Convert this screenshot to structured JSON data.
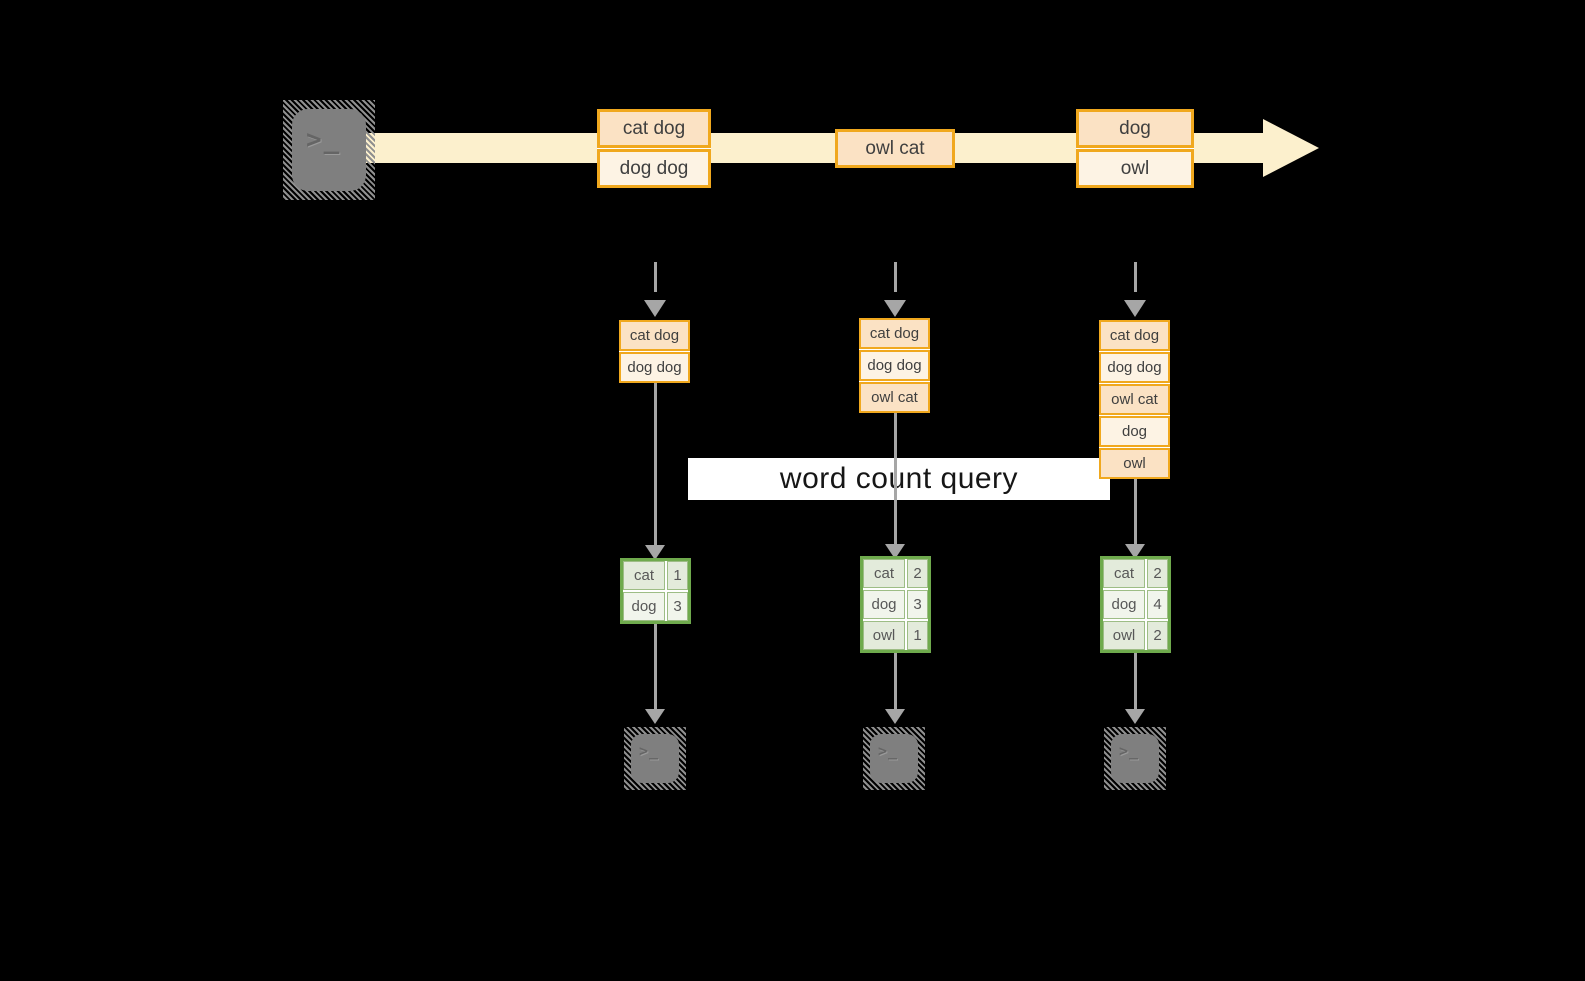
{
  "query_label": "word count query",
  "terminal": {
    "glyph": ">_"
  },
  "colors": {
    "background": "#000000",
    "stream_arrow": "#fcf0cd",
    "event_border": "#f0a81e",
    "event_fill_dark": "#fbe2c4",
    "event_fill_light": "#fdf3e4",
    "result_border": "#6faa4d",
    "result_fill_dark": "#e3ebdb",
    "result_fill_light": "#f1f5ec",
    "arrow_gray": "#a6a6a6",
    "terminal_gray": "#7f7f7f"
  },
  "stream": {
    "events": [
      {
        "lines": [
          "cat dog",
          "dog dog"
        ]
      },
      {
        "lines": [
          "owl cat"
        ]
      },
      {
        "lines": [
          "dog",
          "owl"
        ]
      }
    ]
  },
  "states": [
    {
      "lines": [
        "cat dog",
        "dog dog"
      ]
    },
    {
      "lines": [
        "cat dog",
        "dog dog",
        "owl cat"
      ]
    },
    {
      "lines": [
        "cat dog",
        "dog dog",
        "owl cat",
        "dog",
        "owl"
      ]
    }
  ],
  "counts": [
    {
      "rows": [
        {
          "word": "cat",
          "count": "1"
        },
        {
          "word": "dog",
          "count": "3"
        }
      ]
    },
    {
      "rows": [
        {
          "word": "cat",
          "count": "2"
        },
        {
          "word": "dog",
          "count": "3"
        },
        {
          "word": "owl",
          "count": "1"
        }
      ]
    },
    {
      "rows": [
        {
          "word": "cat",
          "count": "2"
        },
        {
          "word": "dog",
          "count": "4"
        },
        {
          "word": "owl",
          "count": "2"
        }
      ]
    }
  ]
}
